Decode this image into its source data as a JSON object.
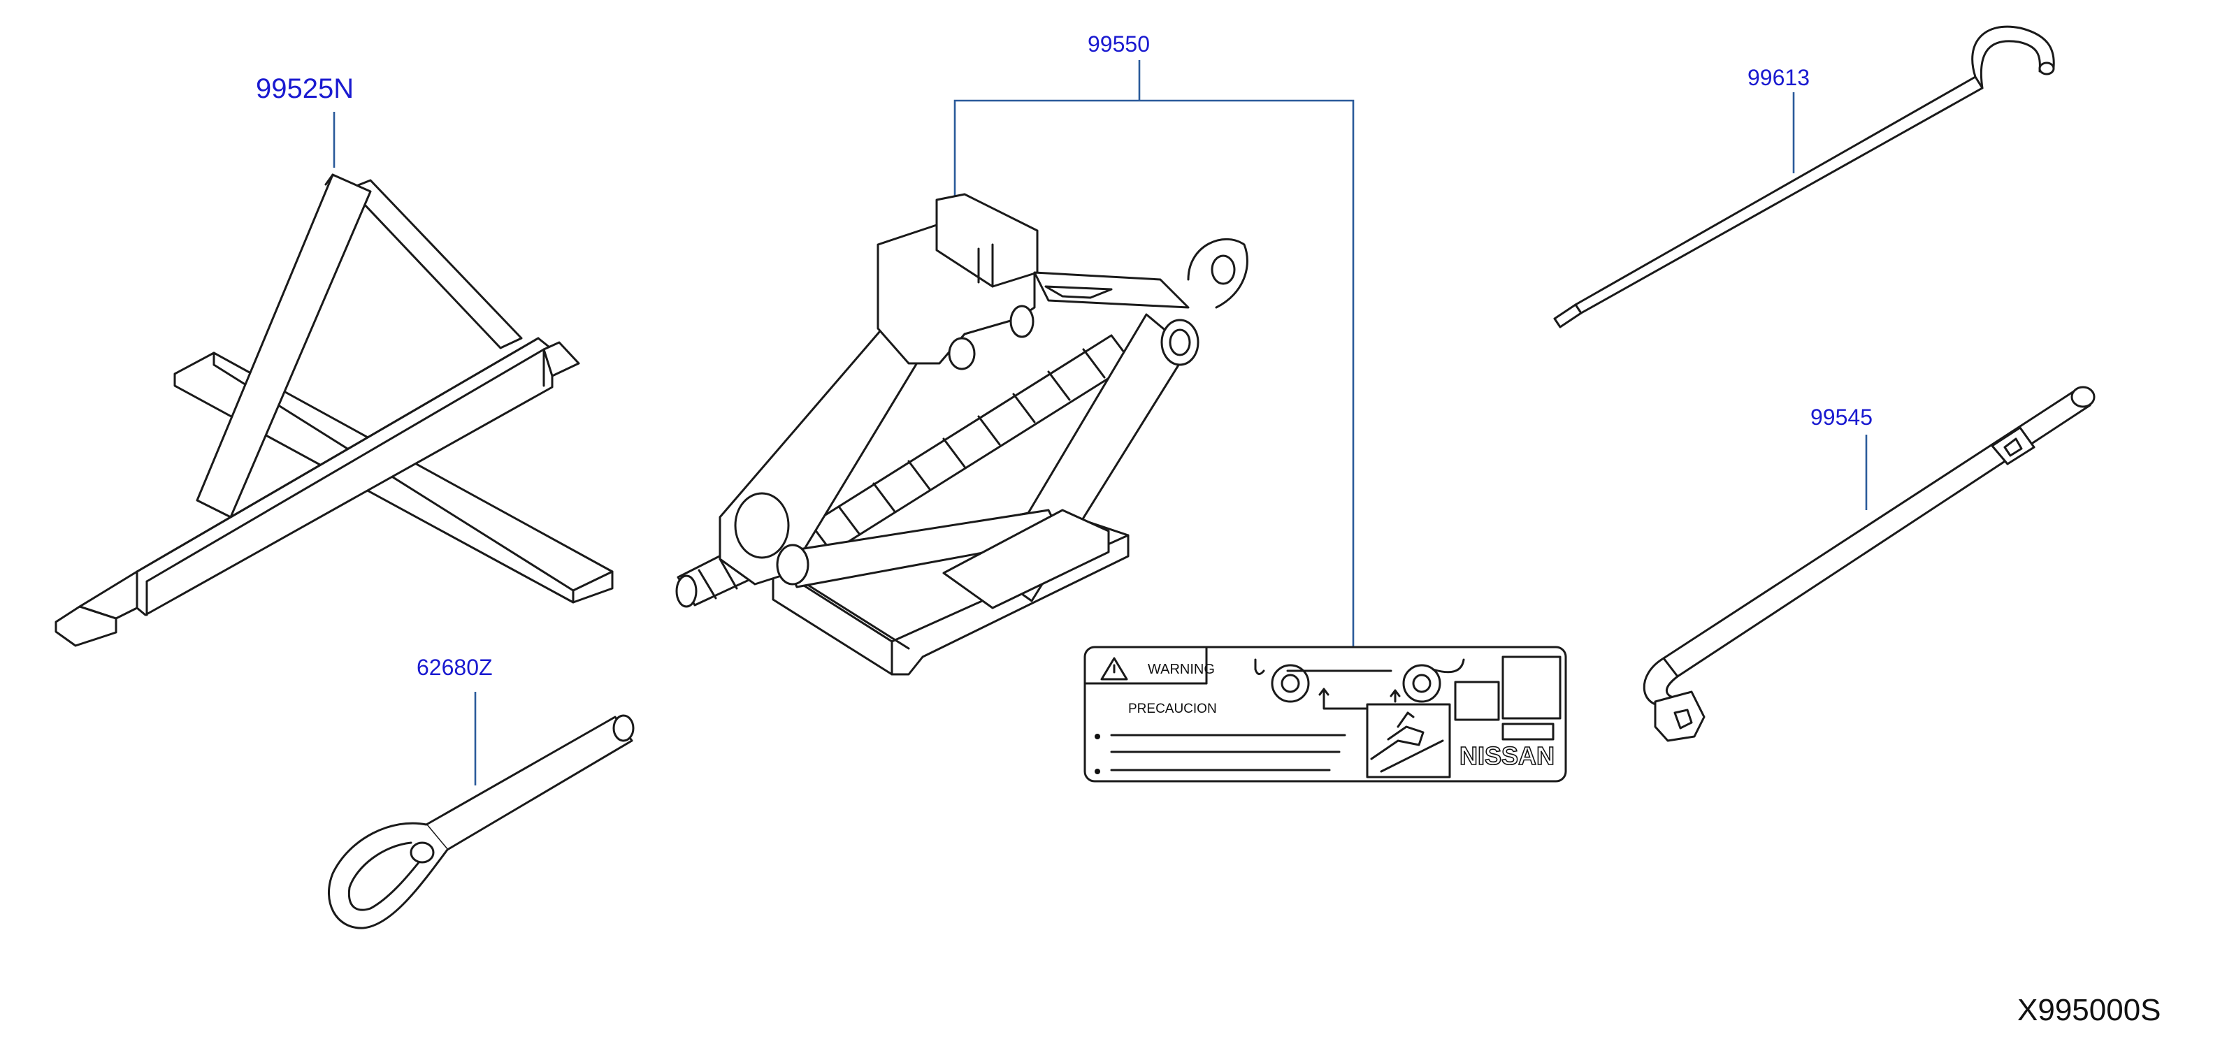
{
  "callouts": {
    "jack_stand": "99525N",
    "jack": "99550",
    "jack_handle": "99613",
    "wheel_wrench": "99545",
    "tow_hook": "62680Z"
  },
  "warning_label": {
    "warning": "WARNING",
    "precaution": "PRECAUCION",
    "brand": "NISSAN"
  },
  "diagram_code": "X995000S",
  "colors": {
    "callout": "#1a1ad0",
    "linework": "#1a1a1a",
    "leader": "#2a5a9a"
  }
}
